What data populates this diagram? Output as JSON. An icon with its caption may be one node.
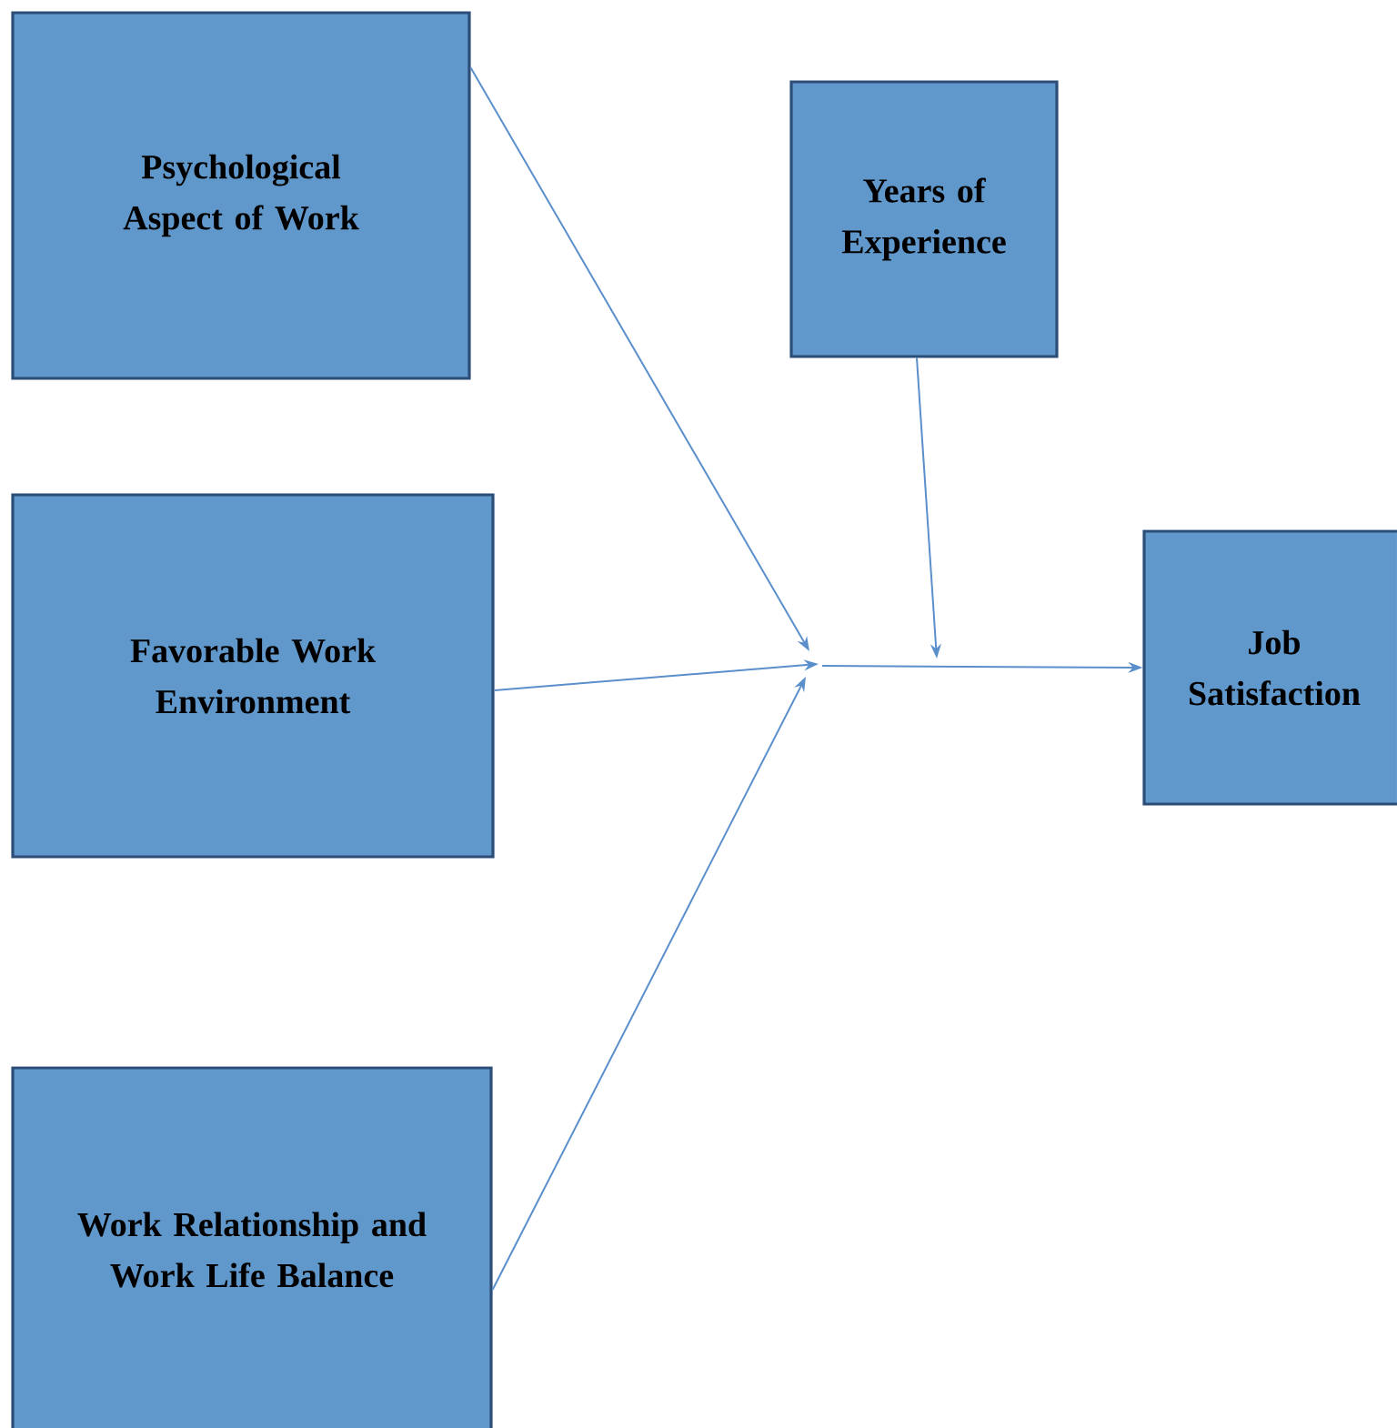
{
  "diagram": {
    "nodes": [
      {
        "text": [
          "Psychological Aspect of Work"
        ]
      },
      {
        "text": [
          "Years of Experience"
        ]
      },
      {
        "text": [
          "Favorable Work Environment"
        ]
      },
      {
        "text": [
          "Job Satisfaction"
        ]
      },
      {
        "text": [
          "Work Relationship and Work Life Balance"
        ]
      }
    ],
    "edges": [
      {
        "from": 0,
        "to": null,
        "arrow": "to"
      },
      {
        "from": 2,
        "to": null,
        "arrow": "to"
      },
      {
        "from": 4,
        "to": null,
        "arrow": "to"
      },
      {
        "from": null,
        "to": 3,
        "arrow": "to"
      },
      {
        "from": 1,
        "to": null,
        "arrow": "to"
      }
    ]
  }
}
